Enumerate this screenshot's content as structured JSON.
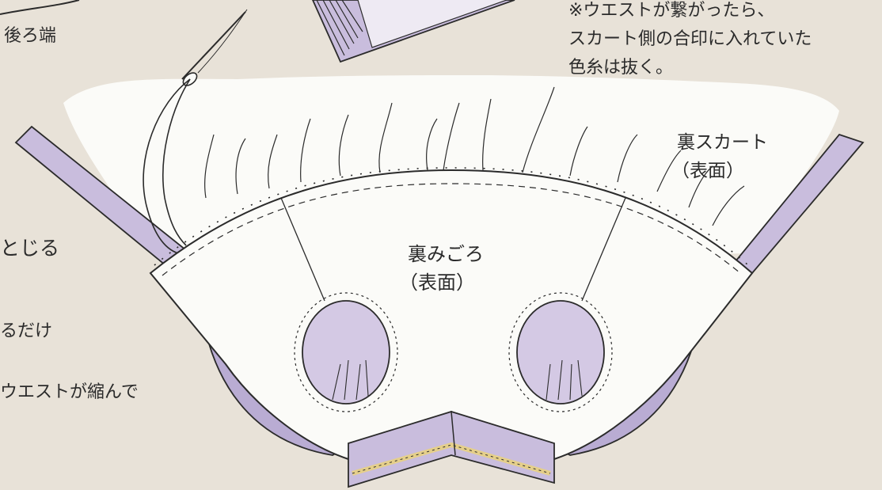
{
  "labels": {
    "back_edge": "後ろ端",
    "note_line1": "※ウエストが繋がったら、",
    "note_line2": "スカート側の合印に入れていた",
    "note_line3": "色糸は抜く。",
    "lining_skirt_line1": "裏スカート",
    "lining_skirt_line2": "（表面）",
    "lining_bodice_line1": "裏みごろ",
    "lining_bodice_line2": "（表面）",
    "left_frag1": "とじる",
    "left_frag2": "るだけ",
    "left_frag3": "ウエストが縮んで"
  },
  "colors": {
    "background": "#e8e2d8",
    "fabric_white": "#fbfbf8",
    "lavender": "#c9bddd",
    "lavender_dark": "#a99bc6",
    "tan_tape": "#e5cf8a",
    "ink": "#2b2b2b"
  }
}
